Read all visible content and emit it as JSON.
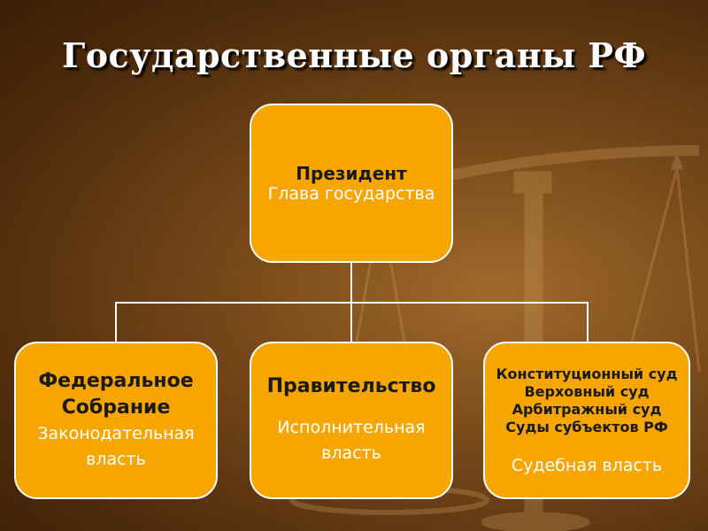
{
  "title": "Государственные органы РФ",
  "president": {
    "name": "Президент",
    "role": "Глава государства"
  },
  "branches": [
    {
      "name_lines": [
        "Федеральное",
        "Собрание"
      ],
      "role_lines": [
        "Законодательная",
        "власть"
      ]
    },
    {
      "name_lines": [
        "Правительство"
      ],
      "role_lines": [
        "Исполнительная",
        "власть"
      ]
    },
    {
      "name_lines": [
        "Конституционный суд",
        "Верховный суд",
        "Арбитражный суд",
        "Суды субъектов РФ"
      ],
      "role_lines": [
        "Судебная власть"
      ]
    }
  ],
  "colors": {
    "box_fill": "#f7a600",
    "box_border": "#ffffff",
    "bold_text": "#1a1a1a",
    "light_text": "#ffffff"
  }
}
